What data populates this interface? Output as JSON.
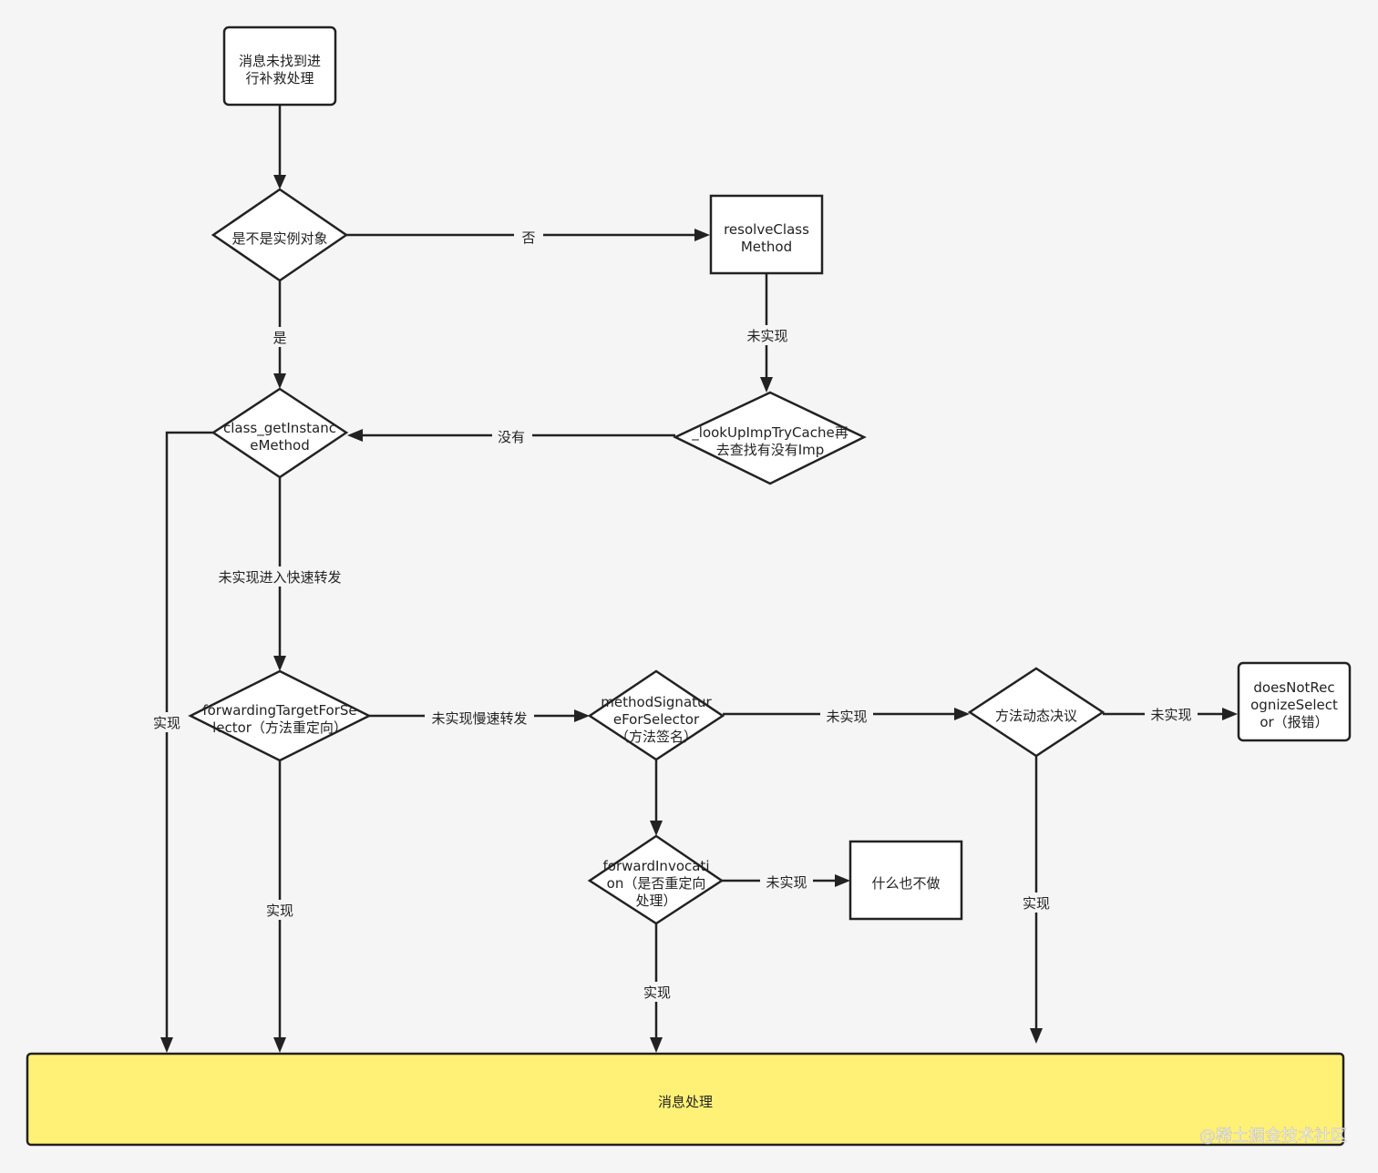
{
  "nodes": {
    "start": [
      "消息未找到进",
      "行补救处理"
    ],
    "is_instance": [
      "是不是实例对象"
    ],
    "resolve_class": [
      "resolveClass",
      "Method"
    ],
    "class_get_instance": [
      "class_getInstanc",
      "eMethod"
    ],
    "lookup_imp": [
      "_lookUpImpTryCache再",
      "去查找有没有Imp"
    ],
    "forwarding_target": [
      "forwardingTargetForSe",
      "lector（方法重定向）"
    ],
    "method_signature": [
      "methodSignatur",
      "eForSelector",
      "（方法签名）"
    ],
    "dynamic_resolve": [
      "方法动态决议"
    ],
    "does_not_recognize": [
      "doesNotRec",
      "ognizeSelect",
      "or（报错）"
    ],
    "forward_invocation": [
      "forwardInvocati",
      "on（是否重定向",
      "处理）"
    ],
    "do_nothing": [
      "什么也不做"
    ],
    "message_handling": [
      "消息处理"
    ]
  },
  "edges": {
    "no": "否",
    "yes": "是",
    "resolve_not_impl": "未实现",
    "none": "没有",
    "fast_forward": "未实现进入快速转发",
    "implemented_left": "实现",
    "implemented_forwarding": "实现",
    "slow_forward": "未实现慢速转发",
    "sig_not_impl": "未实现",
    "dyn_not_impl": "未实现",
    "inv_not_impl": "未实现",
    "inv_impl": "实现",
    "dyn_impl": "实现"
  },
  "watermark": "@稀土掘金技术社区"
}
